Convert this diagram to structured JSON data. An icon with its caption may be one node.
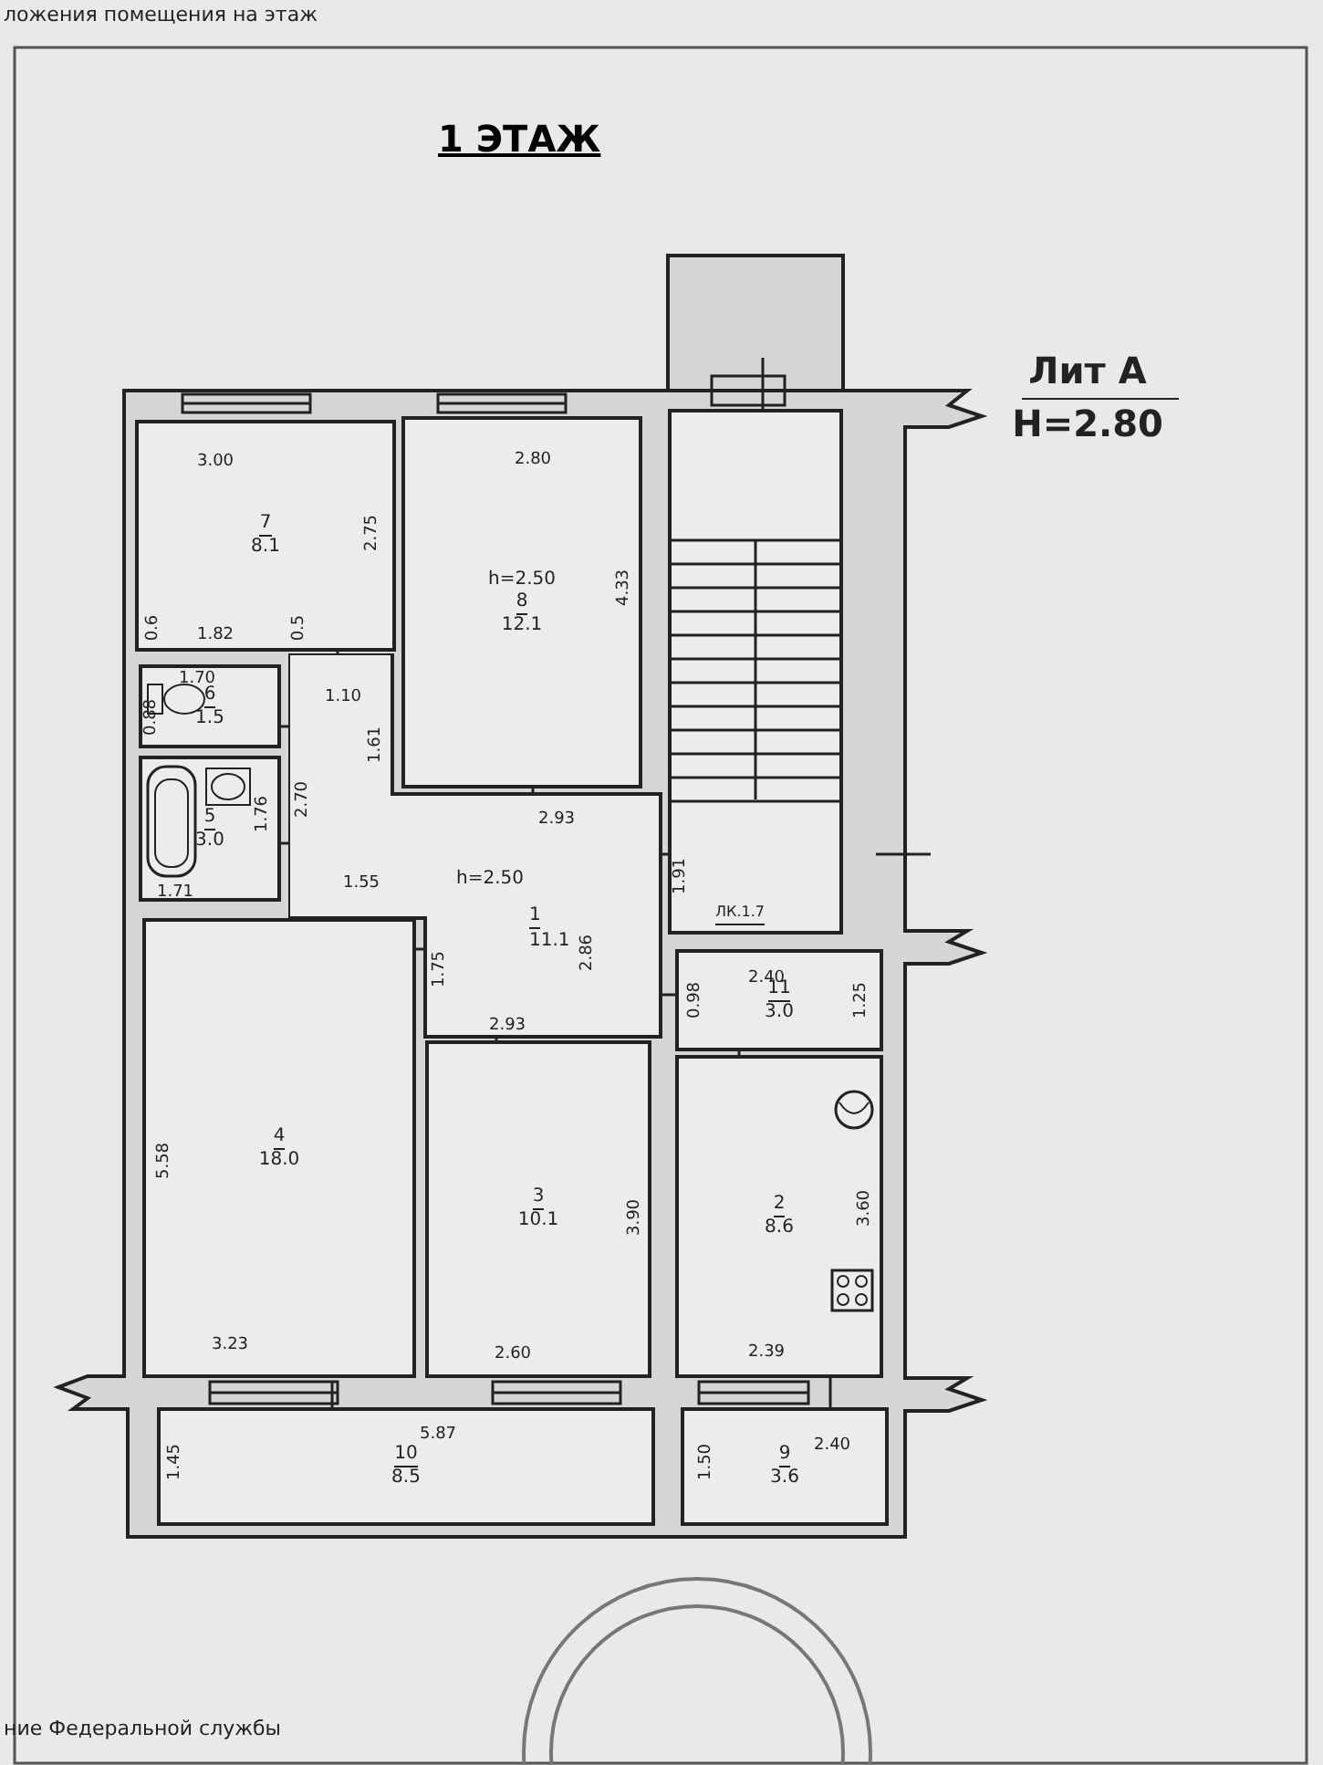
{
  "diagram": {
    "title": "1 ЭТАЖ",
    "nodes": [
      {
        "text": [
          "7",
          "8.1"
        ]
      },
      {
        "text": [
          "h=2.50",
          "8",
          "12.1"
        ]
      },
      {
        "text": [
          "6",
          "1.5"
        ]
      },
      {
        "text": [
          "5",
          "3.0"
        ]
      },
      {
        "text": [
          "h=2.50",
          "1",
          "11.1"
        ]
      },
      {
        "text": [
          "ЛК.1.7"
        ]
      },
      {
        "text": [
          "11",
          "3.0"
        ]
      },
      {
        "text": [
          "4",
          "18.0"
        ]
      },
      {
        "text": [
          "3",
          "10.1"
        ]
      },
      {
        "text": [
          "2",
          "8.6"
        ]
      },
      {
        "text": [
          "10",
          "8.5"
        ]
      },
      {
        "text": [
          "9",
          "3.6"
        ]
      }
    ],
    "labels": [
      "ложения помещения на этаж",
      "Лит А",
      "H=2.80",
      "3.00",
      "2.80",
      "2.75",
      "4.33",
      "0.6",
      "1.82",
      "0.5",
      "1.70",
      "1.10",
      "0.88",
      "1.61",
      "2.70",
      "2.93",
      "1.76",
      "1.91",
      "1.55",
      "1.71",
      "2.86",
      "1.75",
      "0.98",
      "2.40",
      "1.25",
      "2.93",
      "5.58",
      "3.90",
      "3.60",
      "3.23",
      "2.60",
      "2.39",
      "5.87",
      "2.40",
      "1.45",
      "1.50",
      "ние Федеральной службы"
    ]
  }
}
